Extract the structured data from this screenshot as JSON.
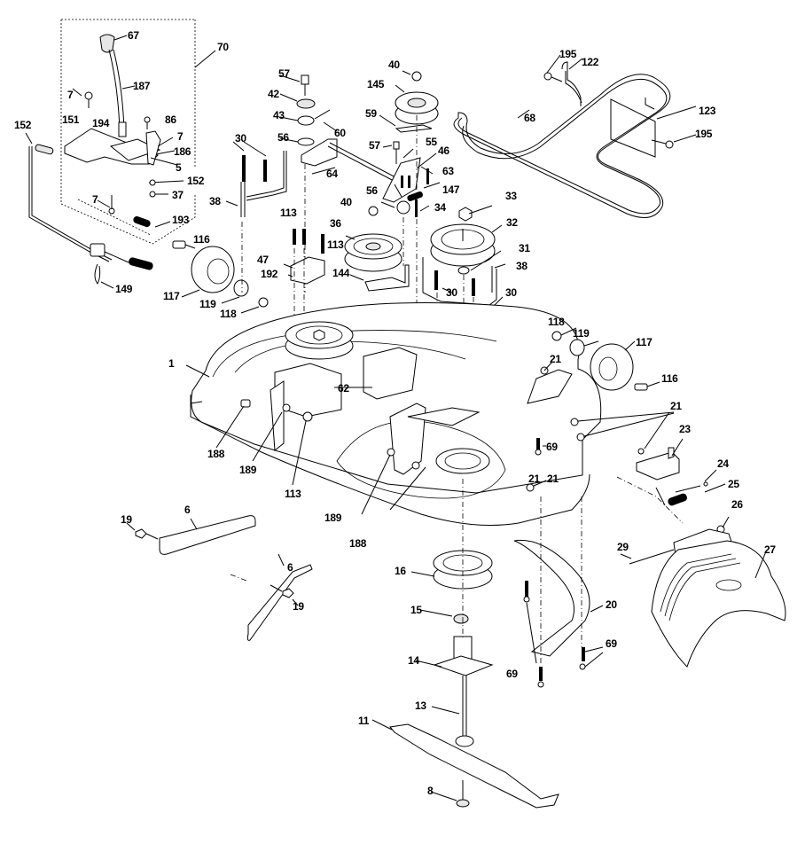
{
  "diagram": {
    "title": "Mower deck exploded parts diagram",
    "background": "#ffffff",
    "ink": "#000000",
    "callouts": [
      {
        "id": "c67",
        "label": "67",
        "part": "shift-knob"
      },
      {
        "id": "c70",
        "label": "70",
        "part": "shift-assembly"
      },
      {
        "id": "c187",
        "label": "187",
        "part": "shift-lever"
      },
      {
        "id": "c7a",
        "label": "7",
        "part": "bolt"
      },
      {
        "id": "c86",
        "label": "86",
        "part": "bolt"
      },
      {
        "id": "c151",
        "label": "151",
        "part": "lift-plate"
      },
      {
        "id": "c194",
        "label": "194",
        "part": "bracket"
      },
      {
        "id": "c7b",
        "label": "7",
        "part": "bolt"
      },
      {
        "id": "c186",
        "label": "186",
        "part": "lever-arm"
      },
      {
        "id": "c152a",
        "label": "152",
        "part": "cable"
      },
      {
        "id": "c5",
        "label": "5",
        "part": "pin"
      },
      {
        "id": "c152b",
        "label": "152",
        "part": "cable-end"
      },
      {
        "id": "c37",
        "label": "37",
        "part": "nut"
      },
      {
        "id": "c7c",
        "label": "7",
        "part": "bolt"
      },
      {
        "id": "c193",
        "label": "193",
        "part": "spring"
      },
      {
        "id": "c116a",
        "label": "116",
        "part": "shoulder-bolt"
      },
      {
        "id": "c149",
        "label": "149",
        "part": "cotter-pin"
      },
      {
        "id": "c117a",
        "label": "117",
        "part": "gauge-wheel"
      },
      {
        "id": "c119a",
        "label": "119",
        "part": "washer"
      },
      {
        "id": "c118a",
        "label": "118",
        "part": "nut"
      },
      {
        "id": "c57a",
        "label": "57",
        "part": "screw"
      },
      {
        "id": "c42",
        "label": "42",
        "part": "washer"
      },
      {
        "id": "c43",
        "label": "43",
        "part": "spring"
      },
      {
        "id": "c56a",
        "label": "56",
        "part": "washer"
      },
      {
        "id": "c60",
        "label": "60",
        "part": "idler-arm"
      },
      {
        "id": "c30a",
        "label": "30",
        "part": "bolt"
      },
      {
        "id": "c38a",
        "label": "38",
        "part": "belt-guide"
      },
      {
        "id": "c64",
        "label": "64",
        "part": "rod"
      },
      {
        "id": "c113a",
        "label": "113",
        "part": "bolt"
      },
      {
        "id": "c113b",
        "label": "113",
        "part": "bolt"
      },
      {
        "id": "c47",
        "label": "47",
        "part": "bracket"
      },
      {
        "id": "c192",
        "label": "192",
        "part": "bracket"
      },
      {
        "id": "c40a",
        "label": "40",
        "part": "nut"
      },
      {
        "id": "c145",
        "label": "145",
        "part": "idler-pulley"
      },
      {
        "id": "c59",
        "label": "59",
        "part": "belt-keeper"
      },
      {
        "id": "c57b",
        "label": "57",
        "part": "screw"
      },
      {
        "id": "c55",
        "label": "55",
        "part": "idler-bracket"
      },
      {
        "id": "c46",
        "label": "46",
        "part": "bolt"
      },
      {
        "id": "c63",
        "label": "63",
        "part": "pin"
      },
      {
        "id": "c147",
        "label": "147",
        "part": "spring"
      },
      {
        "id": "c40b",
        "label": "40",
        "part": "nut"
      },
      {
        "id": "c56b",
        "label": "56",
        "part": "washer"
      },
      {
        "id": "c34",
        "label": "34",
        "part": "bolt"
      },
      {
        "id": "c36",
        "label": "36",
        "part": "idler-pulley"
      },
      {
        "id": "c144",
        "label": "144",
        "part": "belt-keeper"
      },
      {
        "id": "c33",
        "label": "33",
        "part": "nut"
      },
      {
        "id": "c32",
        "label": "32",
        "part": "spindle-pulley"
      },
      {
        "id": "c31",
        "label": "31",
        "part": "washer"
      },
      {
        "id": "c38b",
        "label": "38",
        "part": "belt-guide"
      },
      {
        "id": "c30b",
        "label": "30",
        "part": "bolt"
      },
      {
        "id": "c30c",
        "label": "30",
        "part": "bolt"
      },
      {
        "id": "c195a",
        "label": "195",
        "part": "screw"
      },
      {
        "id": "c122",
        "label": "122",
        "part": "belt-guide"
      },
      {
        "id": "c68",
        "label": "68",
        "part": "v-belt"
      },
      {
        "id": "c123",
        "label": "123",
        "part": "belt-guide"
      },
      {
        "id": "c195b",
        "label": "195",
        "part": "screw"
      },
      {
        "id": "c1",
        "label": "1",
        "part": "deck-housing"
      },
      {
        "id": "c62",
        "label": "62",
        "part": "bolt"
      },
      {
        "id": "c188a",
        "label": "188",
        "part": "bushing"
      },
      {
        "id": "c189a",
        "label": "189",
        "part": "nut"
      },
      {
        "id": "c113c",
        "label": "113",
        "part": "bolt"
      },
      {
        "id": "c189b",
        "label": "189",
        "part": "nut"
      },
      {
        "id": "c188b",
        "label": "188",
        "part": "bushing"
      },
      {
        "id": "c118b",
        "label": "118",
        "part": "nut"
      },
      {
        "id": "c119b",
        "label": "119",
        "part": "washer"
      },
      {
        "id": "c117b",
        "label": "117",
        "part": "gauge-wheel"
      },
      {
        "id": "c116b",
        "label": "116",
        "part": "shoulder-bolt"
      },
      {
        "id": "c21a",
        "label": "21",
        "part": "nut"
      },
      {
        "id": "c21b",
        "label": "21",
        "part": "nut"
      },
      {
        "id": "c69a",
        "label": "69",
        "part": "bolt"
      },
      {
        "id": "c21c",
        "label": "21",
        "part": "nut"
      },
      {
        "id": "c23",
        "label": "23",
        "part": "bracket"
      },
      {
        "id": "c24",
        "label": "24",
        "part": "pin"
      },
      {
        "id": "c25",
        "label": "25",
        "part": "spring"
      },
      {
        "id": "c26",
        "label": "26",
        "part": "nut"
      },
      {
        "id": "c21d",
        "label": "21",
        "part": "nut"
      },
      {
        "id": "c29",
        "label": "29",
        "part": "rod"
      },
      {
        "id": "c27",
        "label": "27",
        "part": "discharge-chute"
      },
      {
        "id": "c6a",
        "label": "6",
        "part": "hanger-bracket"
      },
      {
        "id": "c19a",
        "label": "19",
        "part": "bolt"
      },
      {
        "id": "c6b",
        "label": "6",
        "part": "hanger-bracket"
      },
      {
        "id": "c19b",
        "label": "19",
        "part": "bolt"
      },
      {
        "id": "c16",
        "label": "16",
        "part": "spindle-housing-cover"
      },
      {
        "id": "c15",
        "label": "15",
        "part": "bearing"
      },
      {
        "id": "c14",
        "label": "14",
        "part": "spindle-housing"
      },
      {
        "id": "c13",
        "label": "13",
        "part": "spindle-shaft"
      },
      {
        "id": "c11",
        "label": "11",
        "part": "blade"
      },
      {
        "id": "c8",
        "label": "8",
        "part": "blade-bolt"
      },
      {
        "id": "c20",
        "label": "20",
        "part": "baffle"
      },
      {
        "id": "c69b",
        "label": "69",
        "part": "bolt"
      },
      {
        "id": "c69c",
        "label": "69",
        "part": "bolt"
      }
    ]
  }
}
